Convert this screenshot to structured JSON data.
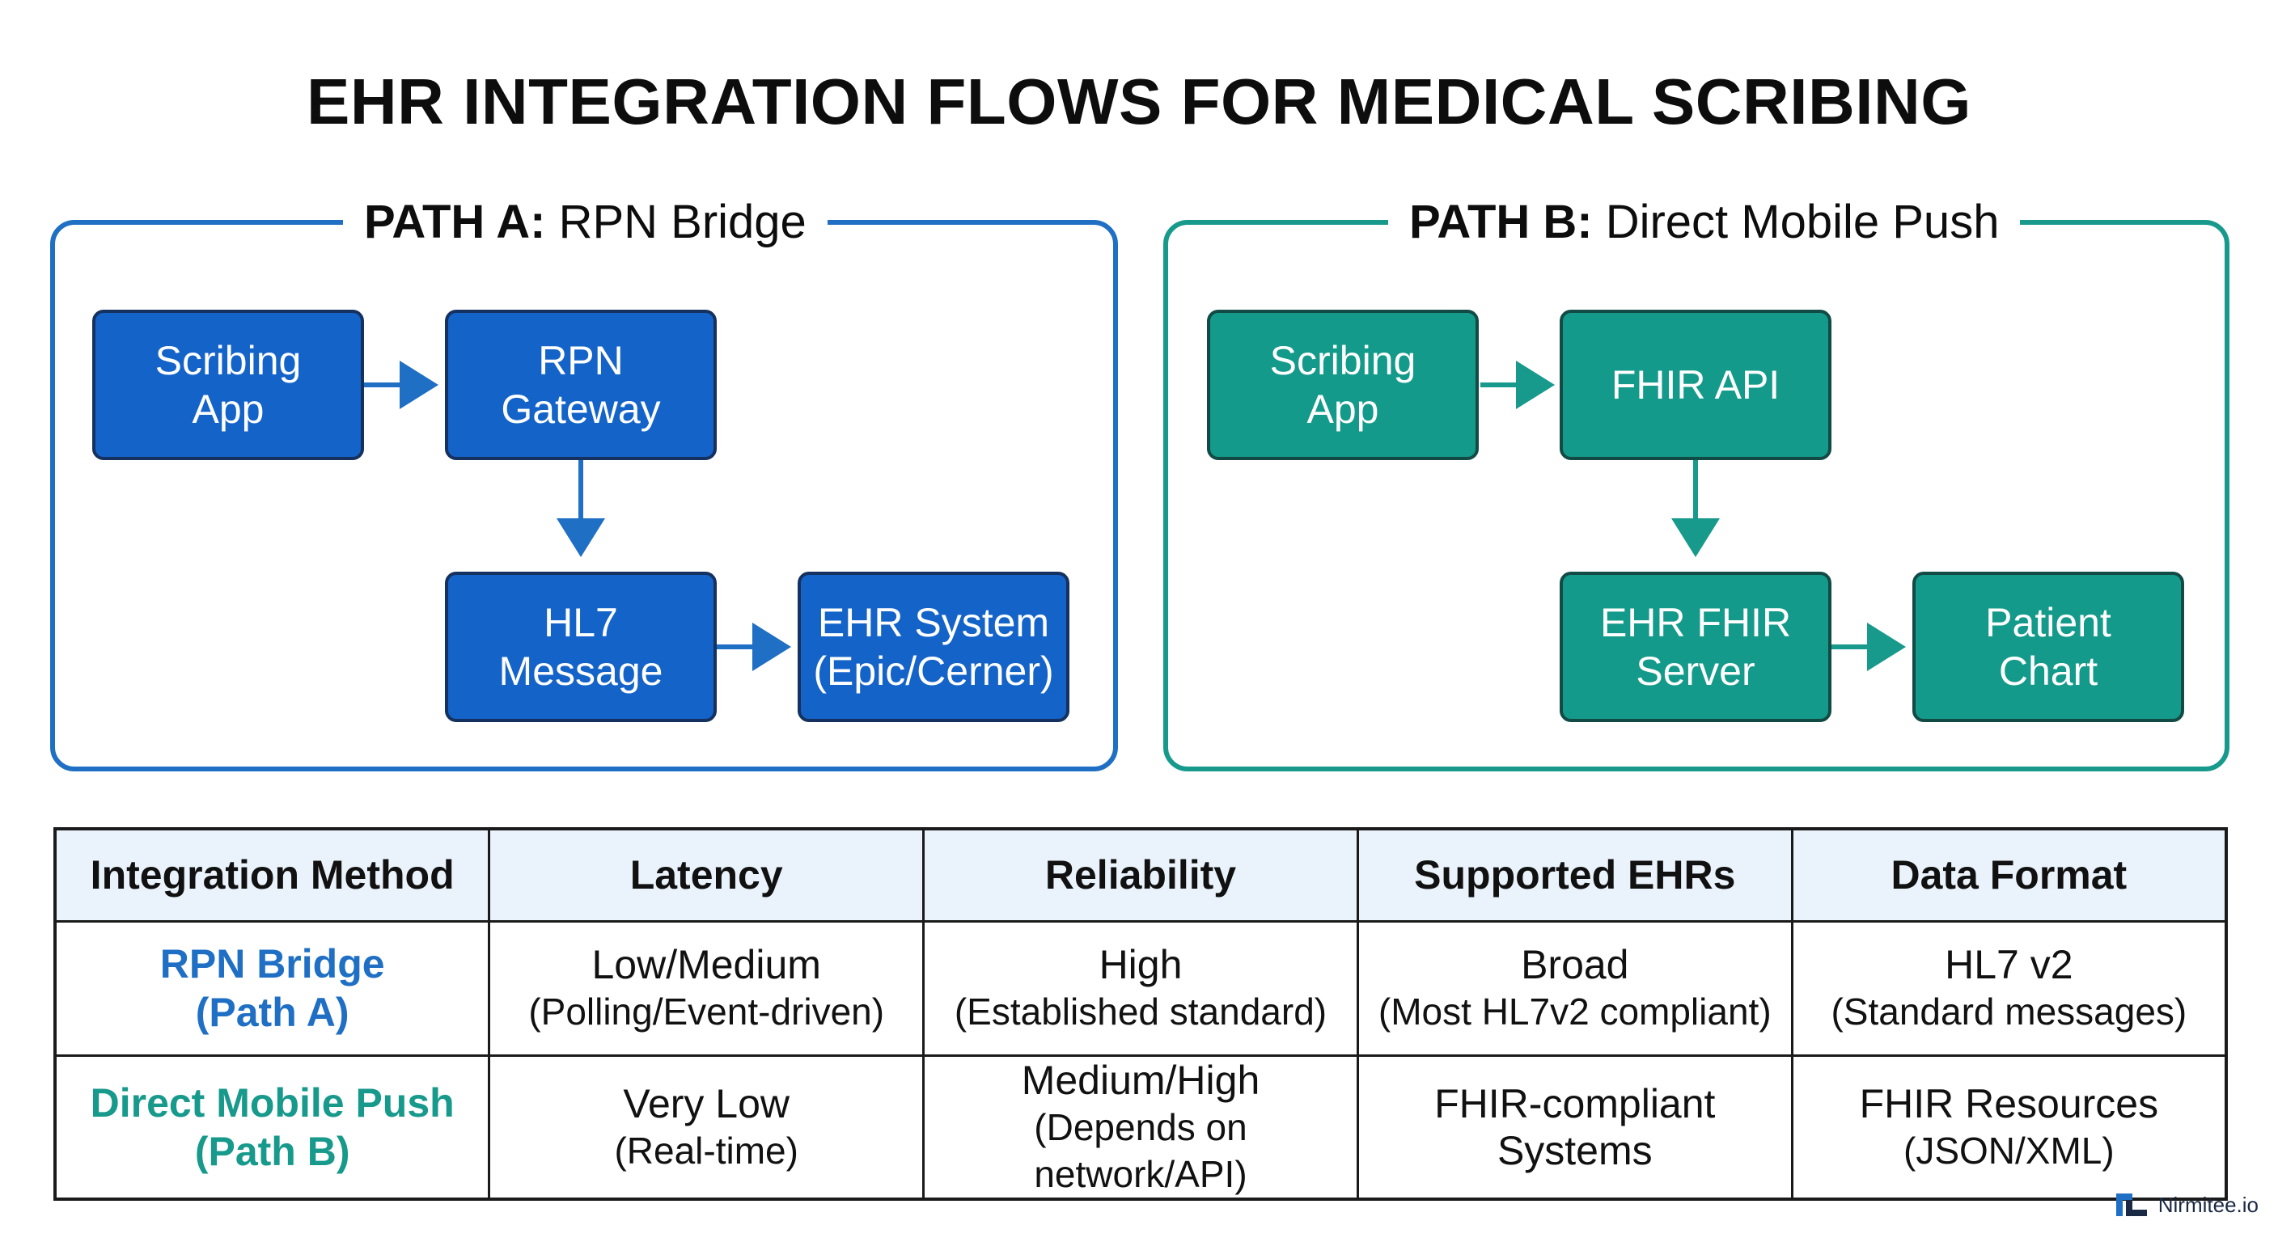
{
  "title": "EHR INTEGRATION FLOWS FOR MEDICAL SCRIBING",
  "colors": {
    "path_a": "#1f6fc4",
    "path_b": "#17998c",
    "node_a": "#1463c9",
    "node_b": "#149a8a",
    "header_bg": "#eaf3fb"
  },
  "path_a": {
    "title_bold": "PATH A:",
    "title_rest": " RPN Bridge",
    "nodes": {
      "scribing_app": "Scribing\nApp",
      "rpn_gateway": "RPN\nGateway",
      "hl7_message": "HL7\nMessage",
      "ehr_system": "EHR System\n(Epic/Cerner)"
    }
  },
  "path_b": {
    "title_bold": "PATH B:",
    "title_rest": " Direct Mobile Push",
    "nodes": {
      "scribing_app": "Scribing\nApp",
      "fhir_api": "FHIR API",
      "ehr_fhir_server": "EHR FHIR\nServer",
      "patient_chart": "Patient\nChart"
    }
  },
  "table": {
    "headers": [
      "Integration Method",
      "Latency",
      "Reliability",
      "Supported EHRs",
      "Data Format"
    ],
    "rows": [
      {
        "method": "RPN Bridge\n(Path A)",
        "cells": [
          {
            "main": "Low/Medium",
            "sub": "(Polling/Event-driven)"
          },
          {
            "main": "High",
            "sub": "(Established standard)"
          },
          {
            "main": "Broad",
            "sub": "(Most HL7v2 compliant)"
          },
          {
            "main": "HL7 v2",
            "sub": "(Standard messages)"
          }
        ]
      },
      {
        "method": "Direct Mobile Push\n(Path B)",
        "cells": [
          {
            "main": "Very Low",
            "sub": "(Real-time)"
          },
          {
            "main": "Medium/High",
            "sub": "(Depends on network/API)"
          },
          {
            "main": "FHIR-compliant",
            "sub": "Systems"
          },
          {
            "main": "FHIR Resources",
            "sub": "(JSON/XML)"
          }
        ]
      }
    ]
  },
  "brand": {
    "name": "Nirmitee.io",
    "icon": "nirmitee-logo-icon"
  }
}
